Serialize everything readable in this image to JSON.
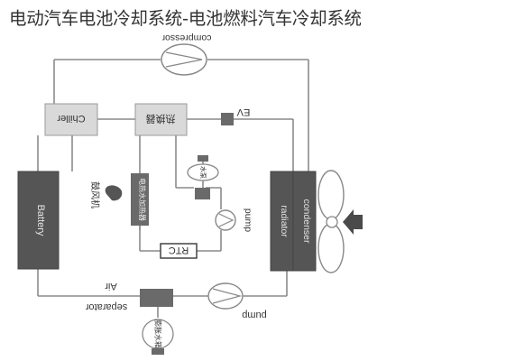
{
  "title": "电动汽车电池冷却系统-电池燃料汽车冷却系统",
  "labels": {
    "compressor": "compressor",
    "chiller": "Chiller",
    "heat_exchanger": "热换器",
    "ev": "EV",
    "battery": "Battery",
    "radiator": "radiator",
    "condenser": "condenser",
    "rtc": "RTC",
    "pump_upper": "pump",
    "pump_lower": "pump",
    "air": "Air",
    "separator": "separator",
    "fan_small": "鼓风机",
    "heater_module": "电热水加热器",
    "tank_upper": "水泵",
    "tank_lower": "膨胀水箱"
  },
  "colors": {
    "line": "#8a8a8a",
    "box_fill": "#d9d9d9",
    "dark_block": "#555555",
    "component_fill": "#6a6a6a",
    "arrow": "#4a4a4a"
  }
}
